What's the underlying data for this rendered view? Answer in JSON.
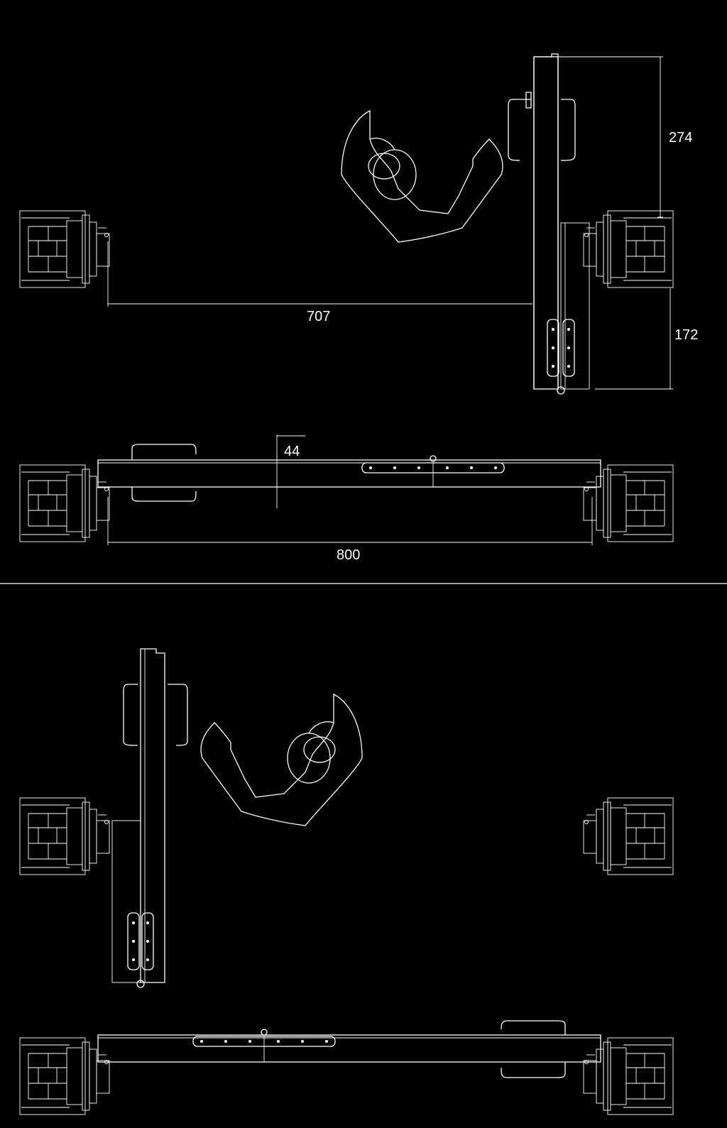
{
  "drawing": {
    "background": "#000000",
    "line_color": "#ffffff",
    "dimensions": {
      "top_right_height": "274",
      "top_opening_width": "707",
      "top_right_lower": "172",
      "leaf_thickness": "44",
      "door_width": "800"
    }
  }
}
